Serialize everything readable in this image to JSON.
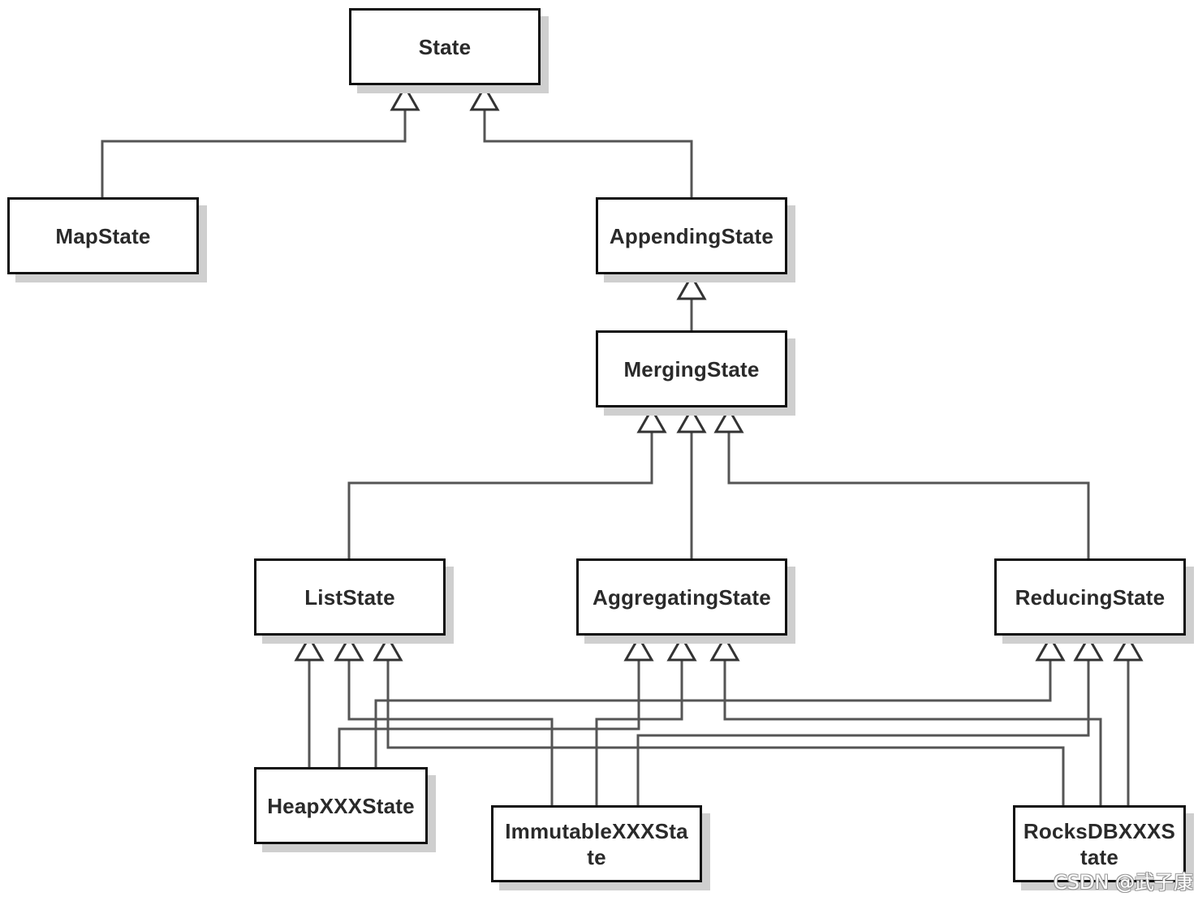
{
  "nodes": {
    "state": "State",
    "map_state": "MapState",
    "appending_state": "AppendingState",
    "merging_state": "MergingState",
    "list_state": "ListState",
    "aggregating_state": "AggregatingState",
    "reducing_state": "ReducingState",
    "heap_state": "HeapXXXState",
    "immutable_state": "ImmutableXXXSta\nte",
    "rocksdb_state": "RocksDBXXXS\ntate"
  },
  "edges": [
    {
      "from": "map_state",
      "to": "state"
    },
    {
      "from": "appending_state",
      "to": "state"
    },
    {
      "from": "merging_state",
      "to": "appending_state"
    },
    {
      "from": "list_state",
      "to": "merging_state"
    },
    {
      "from": "aggregating_state",
      "to": "merging_state"
    },
    {
      "from": "reducing_state",
      "to": "merging_state"
    },
    {
      "from": "heap_state",
      "to": "list_state"
    },
    {
      "from": "heap_state",
      "to": "aggregating_state"
    },
    {
      "from": "heap_state",
      "to": "reducing_state"
    },
    {
      "from": "immutable_state",
      "to": "list_state"
    },
    {
      "from": "immutable_state",
      "to": "aggregating_state"
    },
    {
      "from": "immutable_state",
      "to": "reducing_state"
    },
    {
      "from": "rocksdb_state",
      "to": "list_state"
    },
    {
      "from": "rocksdb_state",
      "to": "aggregating_state"
    },
    {
      "from": "rocksdb_state",
      "to": "reducing_state"
    }
  ],
  "watermark": "CSDN @武子康",
  "colors": {
    "line": "#555555",
    "border": "#111111",
    "shadow": "#cfcfcf"
  }
}
